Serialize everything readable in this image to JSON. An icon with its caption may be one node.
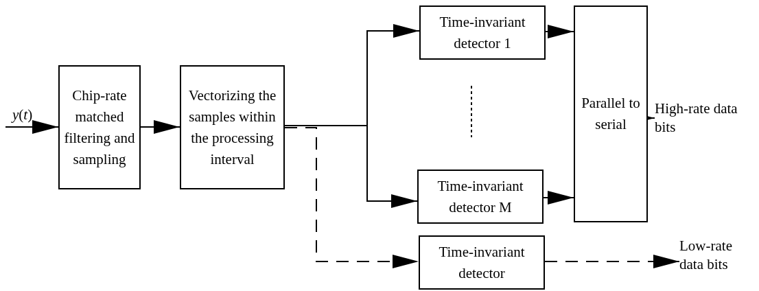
{
  "diagram": {
    "nodes": [
      {
        "text": [
          "Chip-rate matched filtering and sampling"
        ]
      },
      {
        "text": [
          "Vectorizing the samples within the processing interval"
        ]
      },
      {
        "text": [
          "Time-invariant detector 1"
        ]
      },
      {
        "text": [
          "Time-invariant detector M"
        ]
      },
      {
        "text": [
          "Parallel to serial"
        ]
      },
      {
        "text": [
          "High-rate data bits"
        ]
      },
      {
        "text": [
          "Time-invariant detector"
        ]
      },
      {
        "text": [
          "Low-rate data bits"
        ]
      }
    ],
    "edges": [
      {
        "from": null,
        "to": 0,
        "arrow": "to",
        "label": "*y*(*t*)"
      },
      {
        "from": 0,
        "to": 1,
        "arrow": "to"
      },
      {
        "from": 1,
        "to": 2,
        "arrow": "to"
      },
      {
        "from": 1,
        "to": 3,
        "arrow": "to"
      },
      {
        "from": 1,
        "to": 6,
        "arrow": "to",
        "style": "dashed"
      },
      {
        "from": 2,
        "to": 4,
        "arrow": "to"
      },
      {
        "from": 3,
        "to": 4,
        "arrow": "to"
      },
      {
        "from": 4,
        "to": 5,
        "arrow": "to"
      },
      {
        "from": 6,
        "to": 7,
        "arrow": "to",
        "style": "dashed"
      }
    ]
  }
}
